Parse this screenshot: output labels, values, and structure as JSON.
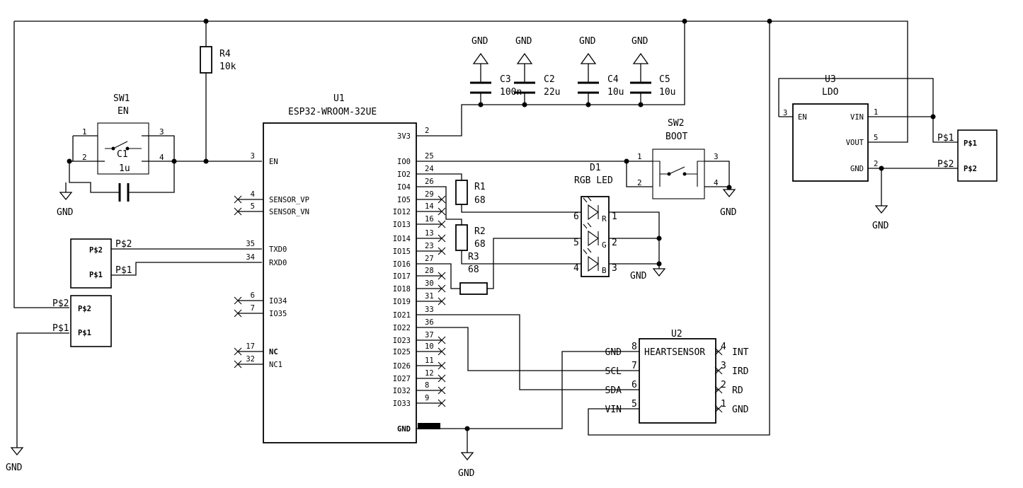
{
  "components": {
    "sw1": {
      "ref": "SW1",
      "value": "EN",
      "pins": [
        "1",
        "2",
        "3",
        "4"
      ]
    },
    "c1": {
      "ref": "C1",
      "value": "1u"
    },
    "r4": {
      "ref": "R4",
      "value": "10k"
    },
    "c3": {
      "ref": "C3",
      "value": "100n"
    },
    "c2": {
      "ref": "C2",
      "value": "22u"
    },
    "c4": {
      "ref": "C4",
      "value": "10u"
    },
    "c5": {
      "ref": "C5",
      "value": "10u"
    },
    "u1": {
      "ref": "U1",
      "value": "ESP32-WROOM-32UE",
      "left_pins": [
        {
          "num": "3",
          "name": "EN",
          "nc": false
        },
        {
          "num": "4",
          "name": "SENSOR_VP",
          "nc": true
        },
        {
          "num": "5",
          "name": "SENSOR_VN",
          "nc": true
        },
        {
          "num": "35",
          "name": "TXD0",
          "nc": false
        },
        {
          "num": "34",
          "name": "RXD0",
          "nc": false
        },
        {
          "num": "6",
          "name": "IO34",
          "nc": true
        },
        {
          "num": "7",
          "name": "IO35",
          "nc": true
        },
        {
          "num": "17",
          "name": "NC",
          "nc": true
        },
        {
          "num": "32",
          "name": "NC1",
          "nc": true
        }
      ],
      "right_pins": [
        {
          "num": "2",
          "name": "3V3",
          "nc": false
        },
        {
          "num": "25",
          "name": "IO0",
          "nc": false
        },
        {
          "num": "24",
          "name": "IO2",
          "nc": false
        },
        {
          "num": "26",
          "name": "IO4",
          "nc": false
        },
        {
          "num": "29",
          "name": "IO5",
          "nc": true
        },
        {
          "num": "14",
          "name": "IO12",
          "nc": true
        },
        {
          "num": "16",
          "name": "IO13",
          "nc": true
        },
        {
          "num": "13",
          "name": "IO14",
          "nc": true
        },
        {
          "num": "23",
          "name": "IO15",
          "nc": true
        },
        {
          "num": "27",
          "name": "IO16",
          "nc": false
        },
        {
          "num": "28",
          "name": "IO17",
          "nc": true
        },
        {
          "num": "30",
          "name": "IO18",
          "nc": true
        },
        {
          "num": "31",
          "name": "IO19",
          "nc": true
        },
        {
          "num": "33",
          "name": "IO21",
          "nc": false
        },
        {
          "num": "36",
          "name": "IO22",
          "nc": false
        },
        {
          "num": "37",
          "name": "IO23",
          "nc": true
        },
        {
          "num": "10",
          "name": "IO25",
          "nc": true
        },
        {
          "num": "11",
          "name": "IO26",
          "nc": true
        },
        {
          "num": "12",
          "name": "IO27",
          "nc": true
        },
        {
          "num": "8",
          "name": "IO32",
          "nc": true
        },
        {
          "num": "9",
          "name": "IO33",
          "nc": true
        },
        {
          "num": "",
          "name": "GND",
          "nc": false
        }
      ]
    },
    "r1": {
      "ref": "R1",
      "value": "68"
    },
    "r2": {
      "ref": "R2",
      "value": "68"
    },
    "r3": {
      "ref": "R3",
      "value": "68"
    },
    "d1": {
      "ref": "D1",
      "value": "RGB LED",
      "pins": [
        "6",
        "5",
        "4",
        "1",
        "2",
        "3"
      ],
      "letters": [
        "R",
        "G",
        "B"
      ]
    },
    "sw2": {
      "ref": "SW2",
      "value": "BOOT",
      "pins": [
        "1",
        "2",
        "3",
        "4"
      ]
    },
    "u2": {
      "ref": "U2",
      "value": "HEARTSENSOR",
      "left_pins": [
        {
          "num": "8",
          "name": "GND"
        },
        {
          "num": "7",
          "name": "SCL"
        },
        {
          "num": "6",
          "name": "SDA"
        },
        {
          "num": "5",
          "name": "VIN"
        }
      ],
      "right_pins": [
        {
          "num": "4",
          "name": "INT"
        },
        {
          "num": "3",
          "name": "IRD"
        },
        {
          "num": "2",
          "name": "RD"
        },
        {
          "num": "1",
          "name": "GND"
        }
      ]
    },
    "u3": {
      "ref": "U3",
      "value": "LDO",
      "left_pins": [
        {
          "num": "3",
          "name": "EN"
        }
      ],
      "right_pins": [
        {
          "num": "1",
          "name": "VIN"
        },
        {
          "num": "5",
          "name": "VOUT"
        },
        {
          "num": "2",
          "name": "GND"
        }
      ]
    },
    "conn_uart": {
      "pins": [
        "P$2",
        "P$1"
      ],
      "nets": [
        "P$2",
        "P$1"
      ]
    },
    "conn_batt": {
      "pins": [
        "P$2",
        "P$1"
      ],
      "nets": [
        "P$2",
        "P$1"
      ]
    },
    "conn_ldo": {
      "pins": [
        "P$1",
        "P$2"
      ],
      "nets": [
        "P$1",
        "P$2"
      ]
    }
  },
  "power": {
    "gnd": "GND"
  }
}
